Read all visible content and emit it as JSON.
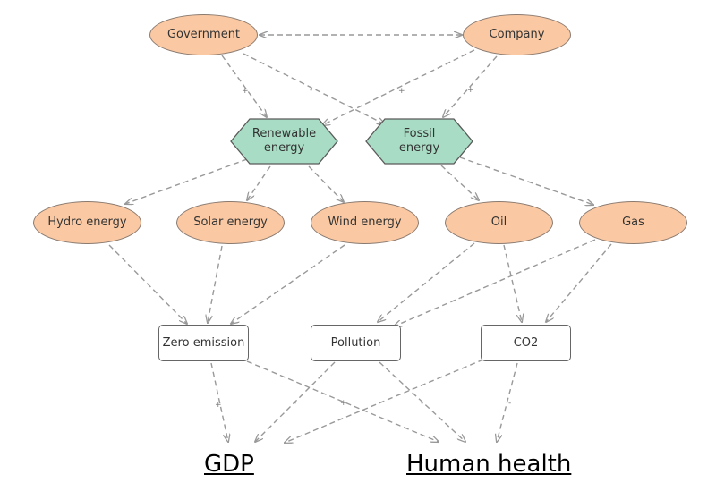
{
  "nodes": {
    "government": "Government",
    "company": "Company",
    "renewable_line1": "Renewable",
    "renewable_line2": "energy",
    "fossil_line1": "Fossil",
    "fossil_line2": "energy",
    "hydro": "Hydro energy",
    "solar": "Solar energy",
    "wind": "Wind energy",
    "oil": "Oil",
    "gas": "Gas",
    "zero_emission": "Zero emission",
    "pollution": "Pollution",
    "co2": "CO2",
    "gdp": "GDP",
    "human_health": "Human health"
  },
  "edge_labels": {
    "gov_renewable": "+",
    "gov_fossil": "-",
    "company_renewable": "+",
    "company_fossil": "+",
    "zero_gdp": "+",
    "zero_health": "+",
    "pollution_gdp": "-",
    "pollution_health": "-",
    "co2_health": "-"
  },
  "colors": {
    "ellipse_fill": "#fac9a3",
    "hexagon_fill": "#a8dcc4",
    "edge": "#999999"
  }
}
